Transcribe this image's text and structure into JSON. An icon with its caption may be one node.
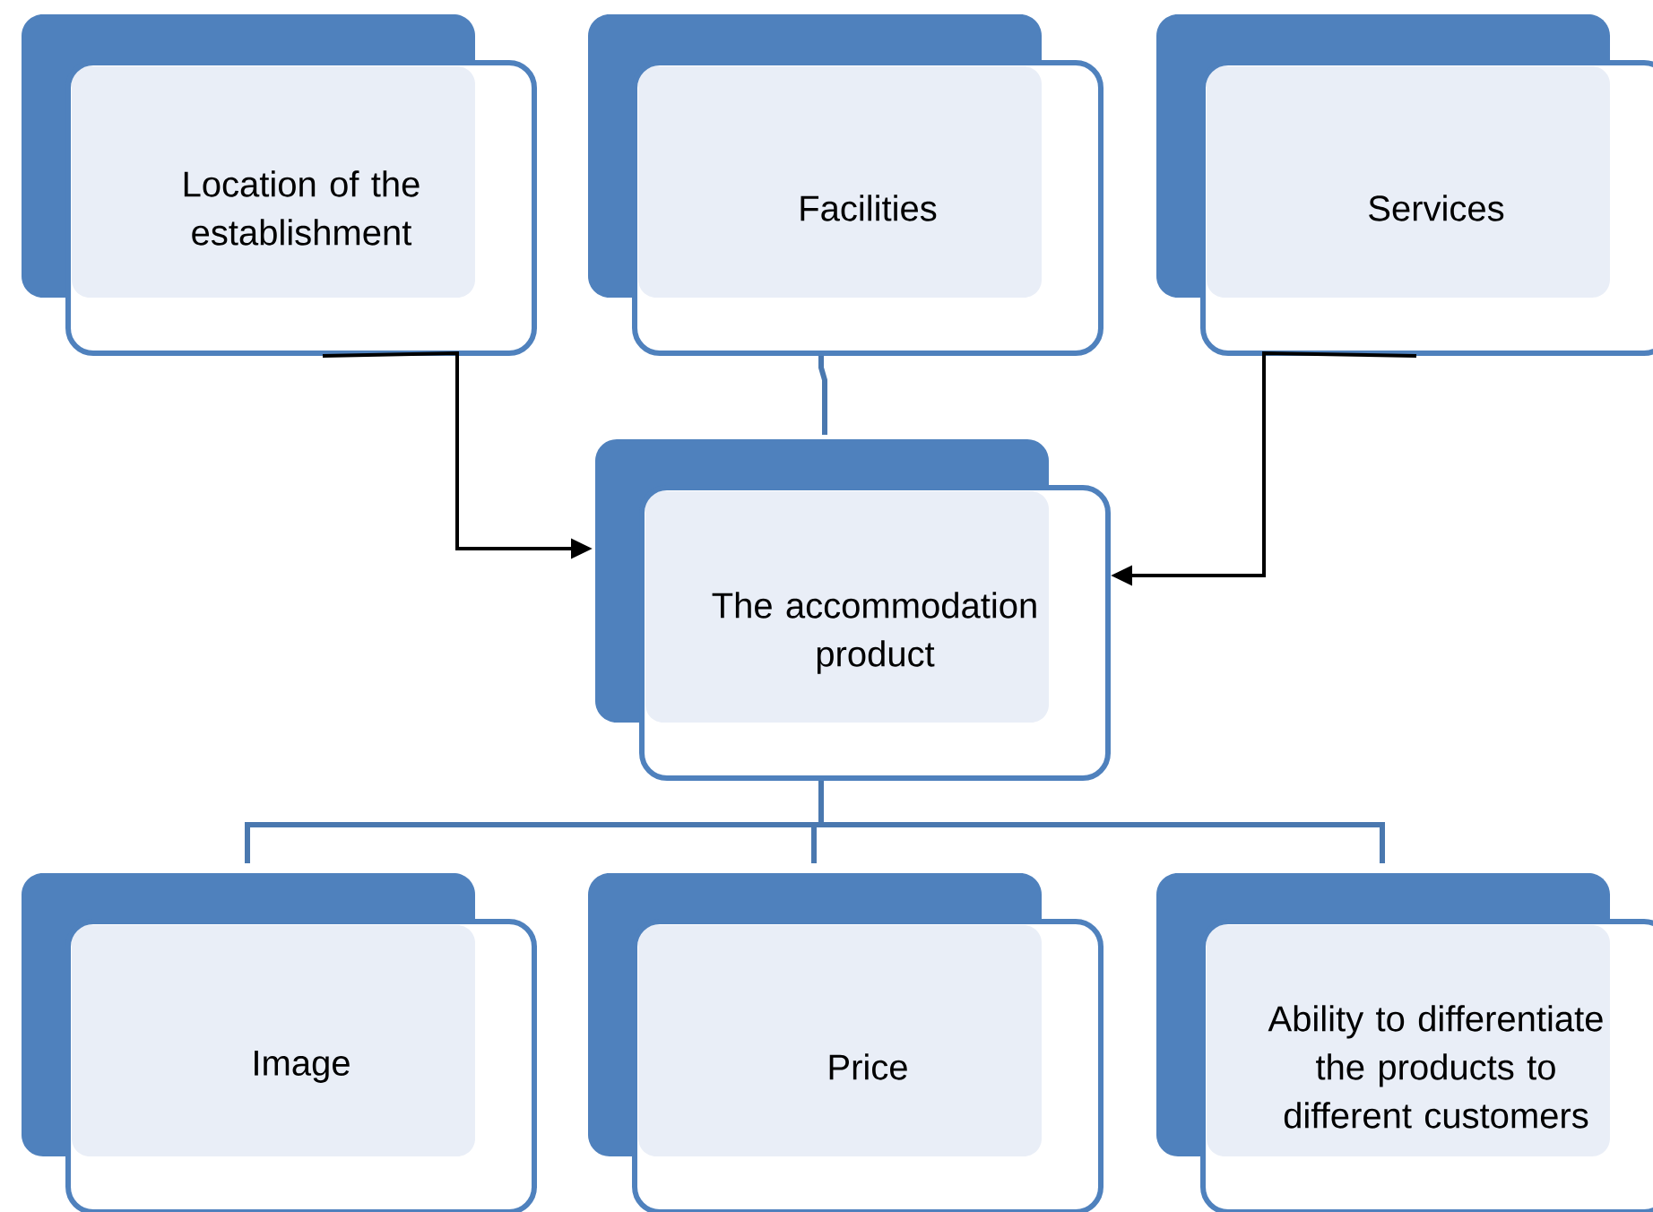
{
  "diagram": {
    "nodes": [
      {
        "text": [
          "Location of the establishment"
        ]
      },
      {
        "text": [
          "Facilities"
        ]
      },
      {
        "text": [
          "Services"
        ]
      },
      {
        "text": [
          "The accommodation product"
        ]
      },
      {
        "text": [
          "Image"
        ]
      },
      {
        "text": [
          "Price"
        ]
      },
      {
        "text": [
          "Ability to differentiate the products to different customers"
        ]
      }
    ],
    "edges": [
      {
        "from": 0,
        "to": 3,
        "arrow": "to",
        "color": "#000000"
      },
      {
        "from": 1,
        "to": 3,
        "arrow": "none"
      },
      {
        "from": 2,
        "to": 3,
        "arrow": "to",
        "color": "#000000"
      },
      {
        "from": 3,
        "to": 4,
        "arrow": "none"
      },
      {
        "from": 3,
        "to": 5,
        "arrow": "none"
      },
      {
        "from": 3,
        "to": 6,
        "arrow": "none"
      }
    ]
  }
}
